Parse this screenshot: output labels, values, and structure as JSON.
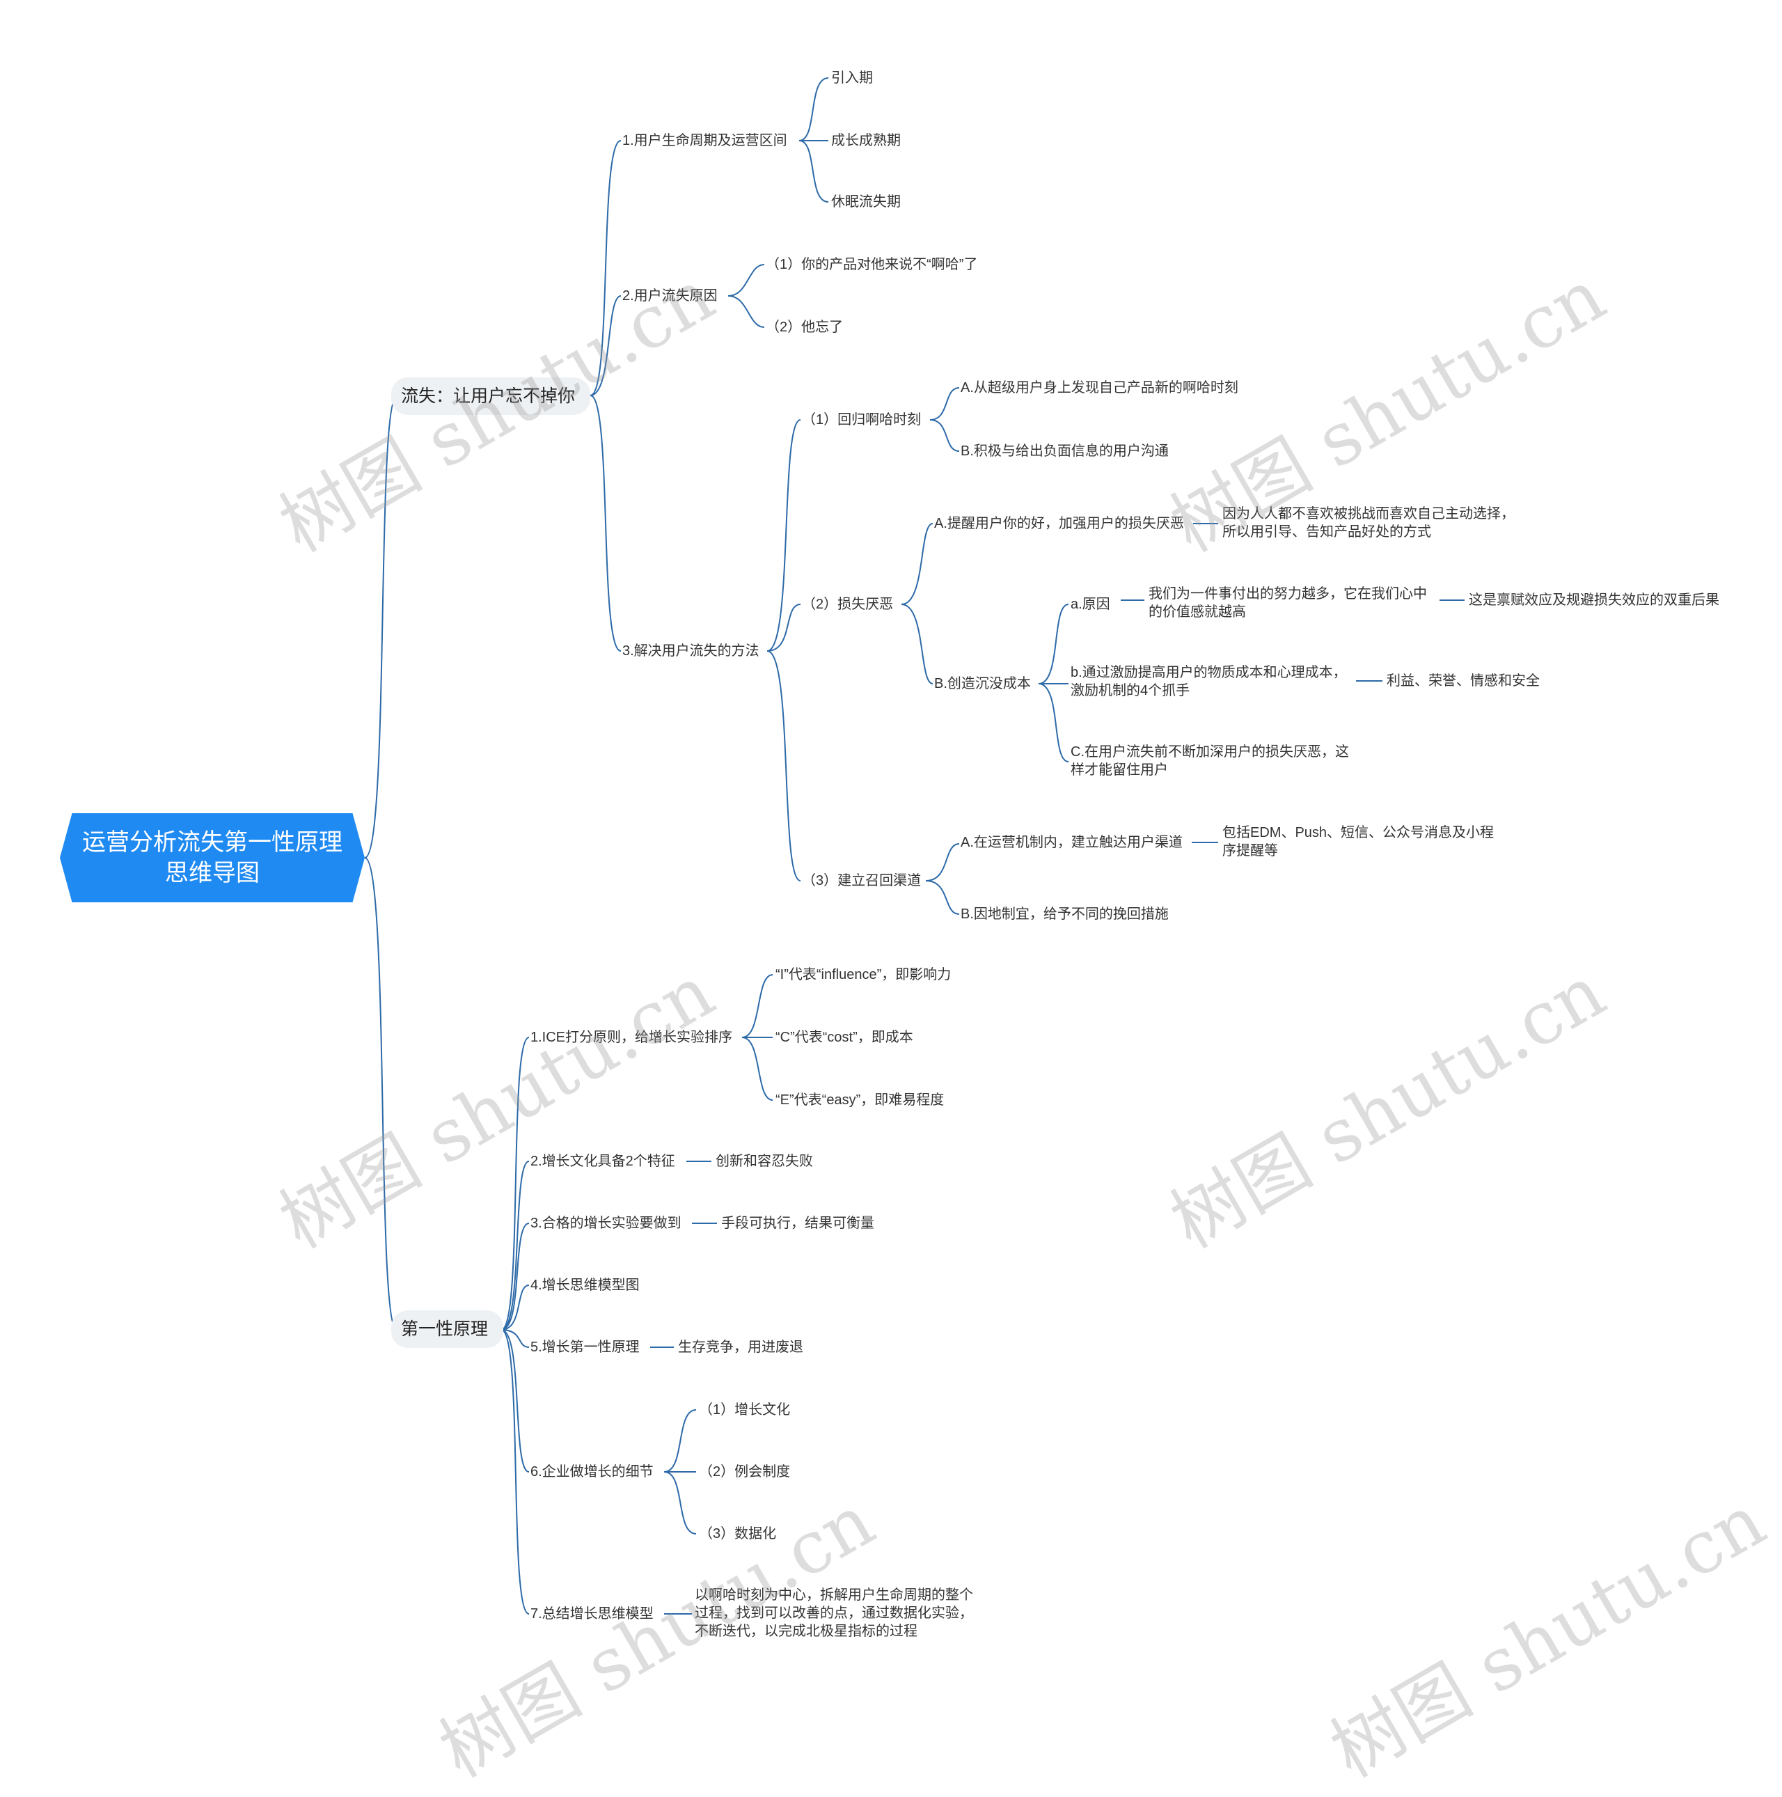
{
  "root": {
    "title": "运营分析流失第一性原理思维导图"
  },
  "branch1": {
    "title": "流失：让用户忘不掉你",
    "lifecycle": {
      "title": "1.用户生命周期及运营区间",
      "items": [
        "引入期",
        "成长成熟期",
        "休眠流失期"
      ]
    },
    "reasons": {
      "title": "2.用户流失原因",
      "items": [
        "（1）你的产品对他来说不“啊哈”了",
        "（2）他忘了"
      ]
    },
    "solutions": {
      "title": "3.解决用户流失的方法",
      "aha": {
        "title": "（1）回归啊哈时刻",
        "items": [
          "A.从超级用户身上发现自己产品新的啊哈时刻",
          "B.积极与给出负面信息的用户沟通"
        ]
      },
      "loss": {
        "title": "（2）损失厌恶",
        "a": {
          "title": "A.提醒用户你的好，加强用户的损失厌恶",
          "detail": "因为人人都不喜欢被挑战而喜欢自己主动选择，所以用引导、告知产品好处的方式"
        },
        "b": {
          "title": "B.创造沉没成本",
          "reason": {
            "title": "a.原因",
            "detail": "我们为一件事付出的努力越多，它在我们心中的价值感就越高",
            "result": "这是禀赋效应及规避损失效应的双重后果"
          },
          "incentive": {
            "title": "b.通过激励提高用户的物质成本和心理成本，激励机制的4个抓手",
            "detail": "利益、荣誉、情感和安全"
          },
          "deepen": {
            "title": "C.在用户流失前不断加深用户的损失厌恶，这样才能留住用户"
          }
        }
      },
      "recall": {
        "title": "（3）建立召回渠道",
        "a": {
          "title": "A.在运营机制内，建立触达用户渠道",
          "detail": "包括EDM、Push、短信、公众号消息及小程序提醒等"
        },
        "b": {
          "title": "B.因地制宜，给予不同的挽回措施"
        }
      }
    }
  },
  "branch2": {
    "title": "第一性原理",
    "ice": {
      "title": "1.ICE打分原则，给增长实验排序",
      "items": [
        "“I”代表“influence”，即影响力",
        "“C”代表“cost”，即成本",
        "“E”代表“easy”，即难易程度"
      ]
    },
    "culture": {
      "title": "2.增长文化具备2个特征",
      "detail": "创新和容忍失败"
    },
    "experiment": {
      "title": "3.合格的增长实验要做到",
      "detail": "手段可执行，结果可衡量"
    },
    "model": {
      "title": "4.增长思维模型图"
    },
    "principle": {
      "title": "5.增长第一性原理",
      "detail": "生存竞争，用进废退"
    },
    "details": {
      "title": "6.企业做增长的细节",
      "items": [
        "（1）增长文化",
        "（2）例会制度",
        "（3）数据化"
      ]
    },
    "summary": {
      "title": "7.总结增长思维模型",
      "detail": "以啊哈时刻为中心，拆解用户生命周期的整个过程，找到可以改善的点，通过数据化实验，不断迭代，以完成北极星指标的过程"
    }
  },
  "watermark": {
    "text": "树图 shutu.cn"
  },
  "colors": {
    "root_bg": "#1f8af2",
    "line": "#2d6aa8",
    "branch_bg": "#eef1f4"
  }
}
